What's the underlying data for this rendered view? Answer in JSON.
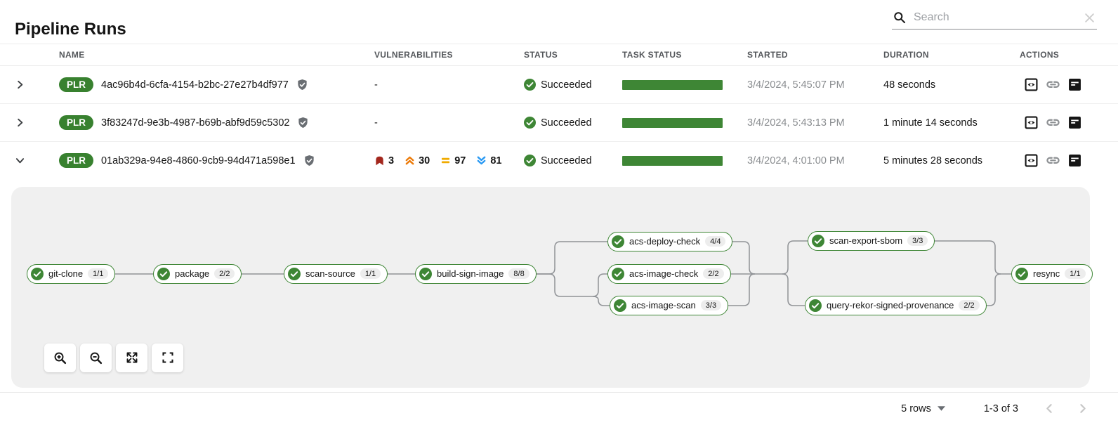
{
  "page": {
    "title": "Pipeline Runs"
  },
  "search": {
    "placeholder": "Search"
  },
  "colors": {
    "badge_green": "#38812f",
    "success_green": "#3e8635",
    "critical": "#a3271d",
    "high": "#ec7a08",
    "medium": "#f0ab00",
    "low": "#2b9af3"
  },
  "icons": {
    "search": "magnifier-icon",
    "clear": "x-icon",
    "expand_collapsed": "chevron-right-icon",
    "expand_expanded": "chevron-down-icon",
    "signed": "shield-check-icon",
    "status_success": "check-circle-icon",
    "severity_critical": "critical-flag-icon",
    "severity_high": "double-chevron-up-icon",
    "severity_medium": "equals-bars-icon",
    "severity_low": "double-chevron-down-icon",
    "action_view": "eye-square-icon",
    "action_link": "chain-link-icon",
    "action_logs": "logs-square-icon",
    "graph_controls": [
      "zoom-in-icon",
      "zoom-out-icon",
      "fit-to-screen-icon",
      "fullscreen-icon"
    ],
    "pagination": [
      "chevron-left-icon",
      "chevron-right-icon"
    ]
  },
  "table": {
    "columns": {
      "name": "NAME",
      "vulnerabilities": "VULNERABILITIES",
      "status": "STATUS",
      "task_status": "TASK STATUS",
      "started": "STARTED",
      "duration": "DURATION",
      "actions": "ACTIONS"
    },
    "rows": [
      {
        "badge": "PLR",
        "name": "4ac96b4d-6cfa-4154-b2bc-27e27b4df977",
        "vulnerabilities": "-",
        "status": "Succeeded",
        "started": "3/4/2024, 5:45:07 PM",
        "duration": "48 seconds"
      },
      {
        "badge": "PLR",
        "name": "3f83247d-9e3b-4987-b69b-abf9d59c5302",
        "vulnerabilities": "-",
        "status": "Succeeded",
        "started": "3/4/2024, 5:43:13 PM",
        "duration": "1 minute 14 seconds"
      },
      {
        "badge": "PLR",
        "name": "01ab329a-94e8-4860-9cb9-94d471a598e1",
        "vulnerabilities": {
          "critical": "3",
          "high": "30",
          "medium": "97",
          "low": "81"
        },
        "status": "Succeeded",
        "started": "3/4/2024, 4:01:00 PM",
        "duration": "5 minutes 28 seconds"
      }
    ]
  },
  "pipeline": {
    "tasks": [
      {
        "label": "git-clone",
        "badge": "1/1"
      },
      {
        "label": "package",
        "badge": "2/2"
      },
      {
        "label": "scan-source",
        "badge": "1/1"
      },
      {
        "label": "build-sign-image",
        "badge": "8/8"
      },
      {
        "label": "acs-deploy-check",
        "badge": "4/4"
      },
      {
        "label": "acs-image-check",
        "badge": "2/2"
      },
      {
        "label": "acs-image-scan",
        "badge": "3/3"
      },
      {
        "label": "scan-export-sbom",
        "badge": "3/3"
      },
      {
        "label": "query-rekor-signed-provenance",
        "badge": "2/2"
      },
      {
        "label": "resync",
        "badge": "1/1"
      }
    ]
  },
  "footer": {
    "rows_per_page": "5 rows",
    "range": "1-3 of 3"
  }
}
